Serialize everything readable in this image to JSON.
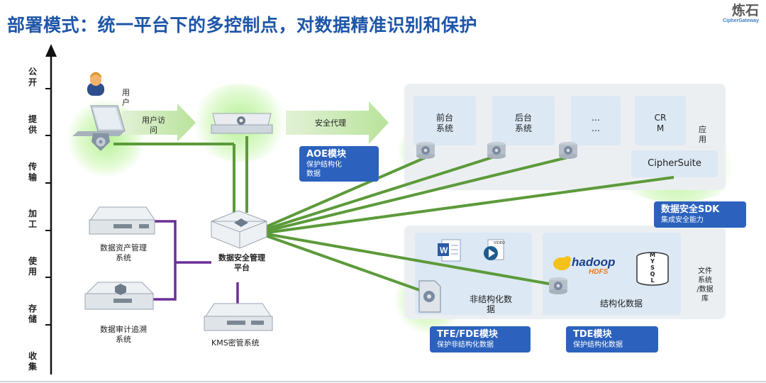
{
  "title": "部署模式：统一平台下的多控制点，对数据精准识别和保护",
  "logo": {
    "main": "炼石",
    "sub": "CipherGateway"
  },
  "axis": [
    "公\n开",
    "提\n供",
    "传\n输",
    "加\n工",
    "使\n用",
    "存\n储",
    "收\n集"
  ],
  "user": {
    "label": "用\n户",
    "access_label": "用户访\n问"
  },
  "proxy_label": "安全代理",
  "apps": [
    {
      "label": "前台\n系统"
    },
    {
      "label": "后台\n系统"
    },
    {
      "label": "…\n…"
    },
    {
      "label": "CR\nM"
    }
  ],
  "app_group_label": "应\n用",
  "ciphersuite_label": "CipherSuite",
  "callouts": {
    "aoe": {
      "title": "AOE模块",
      "sub": "保护结构化\n数据"
    },
    "sdk": {
      "title": "数据安全SDK",
      "sub": "集成安全能力"
    },
    "tfe": {
      "title": "TFE/FDE模块",
      "sub": "保护非结构化数据"
    },
    "tde": {
      "title": "TDE模块",
      "sub": "保护结构化数据"
    }
  },
  "servers": {
    "asset": "数据资产管理\n系统",
    "audit": "数据审计追溯\n系统",
    "kms": "KMS密管系统",
    "platform": "数据安全管理\n平台"
  },
  "storage": {
    "unstructured": "非结构化数\n据",
    "structured": "结构化数据",
    "group_label": "文件\n系统\n/数据\n库",
    "hadoop": "hadoop",
    "hdfs": "HDFS",
    "mysql": "M\nY\nS\nQ\nL",
    "video_tag": "VIDEO"
  },
  "colors": {
    "title": "#1e56a8",
    "callout": "#2c62be",
    "line_green": "#5c9a3a",
    "line_purple": "#6b2f95",
    "panel": "#eceff2",
    "app_box": "#dce8f4"
  }
}
